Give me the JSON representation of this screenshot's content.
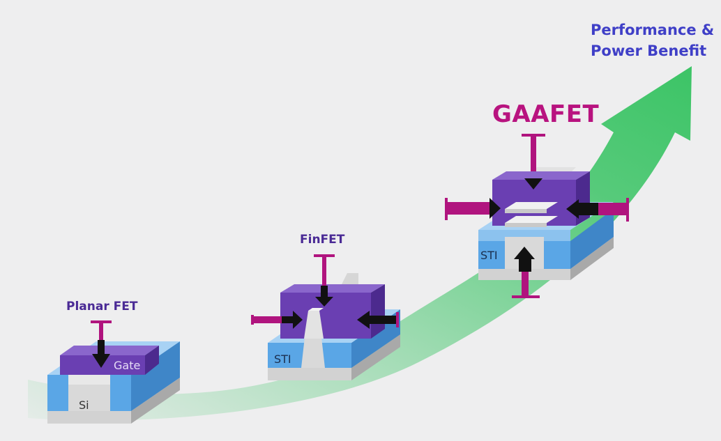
{
  "title_line1": "Performance &",
  "title_line2": "Power Benefit",
  "planar": {
    "label": "Planar FET",
    "gate": "Gate",
    "substrate": "Si"
  },
  "finfet": {
    "label": "FinFET",
    "sti": "STI"
  },
  "gaafet": {
    "label": "GAAFET",
    "sti": "STI"
  },
  "colors": {
    "background": "#eeeeef",
    "gate_front": "#6a3fb2",
    "gate_top": "#8a66cc",
    "sti_front": "#5aa6e6",
    "sti_top": "#a8d2f4",
    "silicon": "#cfcfcf",
    "field_arrow": "#b0147e",
    "benefit_arrow": "#3cc466",
    "title": "#3f3fc7"
  }
}
